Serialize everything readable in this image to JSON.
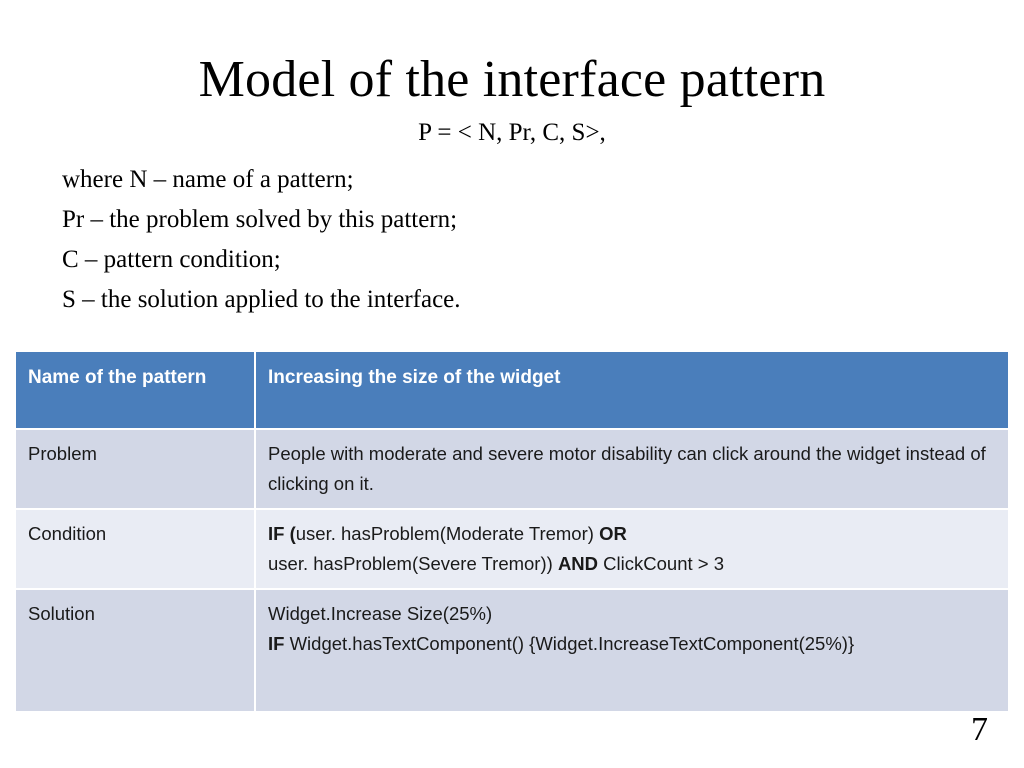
{
  "slide": {
    "title": "Model of the interface pattern",
    "page_number": "7",
    "formula": "P = < N, Pr, C, S>,",
    "definitions": [
      "where N – name of a pattern;",
      "Pr – the problem solved by this pattern;",
      "C – pattern condition;",
      "S – the solution applied to the interface."
    ]
  },
  "table": {
    "header": {
      "label": "Name of the pattern",
      "value": "Increasing the size of the widget"
    },
    "rows": [
      {
        "label": "Problem",
        "lines": [
          {
            "segments": [
              {
                "text": "People with moderate and severe motor disability can click around the widget instead of clicking on it.",
                "bold": false
              }
            ]
          }
        ]
      },
      {
        "label": "Condition",
        "lines": [
          {
            "segments": [
              {
                "text": "IF (",
                "bold": true
              },
              {
                "text": "user. hasProblem(Moderate Tremor) ",
                "bold": false
              },
              {
                "text": "OR",
                "bold": true
              }
            ]
          },
          {
            "segments": [
              {
                "text": "user. hasProblem(Severe Tremor)) ",
                "bold": false
              },
              {
                "text": "AND",
                "bold": true
              },
              {
                "text": " ClickCount > 3",
                "bold": false
              }
            ]
          }
        ]
      },
      {
        "label": "Solution",
        "lines": [
          {
            "segments": [
              {
                "text": "Widget.Increase Size(25%)",
                "bold": false
              }
            ]
          },
          {
            "segments": [
              {
                "text": "IF",
                "bold": true
              },
              {
                "text": " Widget.hasTextComponent() {Widget.IncreaseTextComponent(25%)}",
                "bold": false
              }
            ]
          }
        ]
      }
    ]
  },
  "colors": {
    "header_blue": "#4a7ebb",
    "row_dark": "#d2d7e6",
    "row_light": "#e9ecf4",
    "text": "#1a1a1a",
    "header_text": "#ffffff",
    "background": "#ffffff"
  }
}
